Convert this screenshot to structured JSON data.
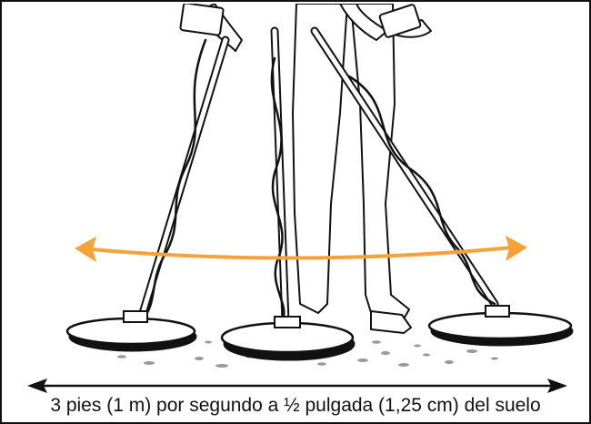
{
  "caption": "3 pies (1 m) por segundo a ½ pulgada (1,25 cm) del suelo",
  "colors": {
    "sweep_arrow": "#F5A23A",
    "line": "#111111",
    "ground_speckle": "#9a9a9a",
    "background": "#ffffff"
  },
  "icons": {
    "sweep_arrow": "double-headed-arrow",
    "distance_arrow": "double-headed-arrow"
  }
}
